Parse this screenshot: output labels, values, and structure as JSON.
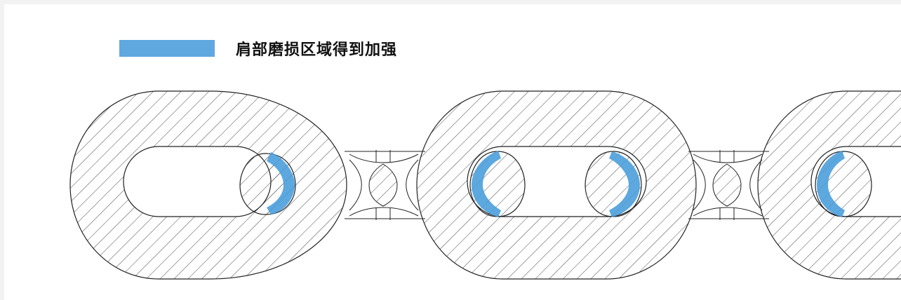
{
  "legend": {
    "label": "肩部磨损区域得到加强",
    "swatch_color": "#5fa8e0"
  },
  "colors": {
    "outline": "#222222",
    "hatch": "#333333",
    "wear_highlight": "#4a9edb",
    "background": "#ffffff"
  },
  "diagram": {
    "subject": "chain-links-cross-section",
    "link_count": 3,
    "reinforced_zones": 4
  }
}
